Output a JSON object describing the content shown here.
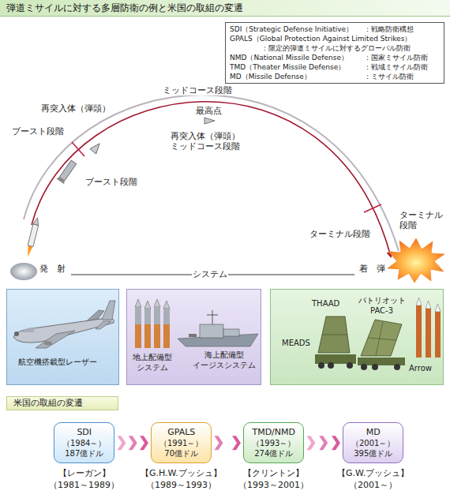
{
  "diagram": {
    "title": "弾道ミサイルに対する多層防衛の例と米国の取組の変遷",
    "nodes": [
      {
        "text": [
          "SDI（Strategic Defense Initiative）",
          "：戦略防衛構想",
          "GPALS（Global Protection Against Limited Strikes）",
          "：限定的弾道ミサイルに対するグローバル防衛",
          "NMD（National Missile Defense）",
          "：国家ミサイル防衛",
          "TMD（Theater Missile Defense）",
          "：戦域ミサイル防衛",
          "MD（Missile Defense）",
          "：ミサイル防衛"
        ]
      },
      {
        "text": [
          "航空機搭載型レーザー"
        ]
      },
      {
        "text": [
          "地上配備型 システム",
          "海上配備型 イージスシステム"
        ]
      },
      {
        "text": [
          "THAAD",
          "パトリオット PAC-3",
          "MEADS",
          "Arrow"
        ]
      },
      {
        "text": [
          "米国の取組の変遷"
        ]
      },
      {
        "text": [
          "SDI",
          "（1984～）",
          "187億ドル"
        ]
      },
      {
        "text": [
          "GPALS",
          "（1991～）",
          "70億ドル"
        ]
      },
      {
        "text": [
          "TMD/NMD",
          "（1993～）",
          "274億ドル"
        ]
      },
      {
        "text": [
          "MD",
          "（2001～）",
          "395億ドル"
        ]
      }
    ],
    "edges": [
      {
        "from": 5,
        "to": 6,
        "arrow": "to"
      },
      {
        "from": 6,
        "to": 7,
        "arrow": "to"
      },
      {
        "from": 7,
        "to": 8,
        "arrow": "to"
      }
    ],
    "labels": [
      "ミッドコース段階",
      "最高点",
      "再突入体（弾頭）",
      "ブースト段階",
      "再突入体（弾頭） ミッドコース段階",
      "ブースト段階",
      "ターミナル 段階",
      "ターミナル段階",
      "発　射",
      "システム",
      "着　弾",
      "【レーガン】",
      "（1981～1989）",
      "【G.H.W.ブッシュ】",
      "（1989～1993）",
      "【クリントン】",
      "（1993～2001）",
      "【G.W.ブッシュ】",
      "（2001～）"
    ]
  }
}
